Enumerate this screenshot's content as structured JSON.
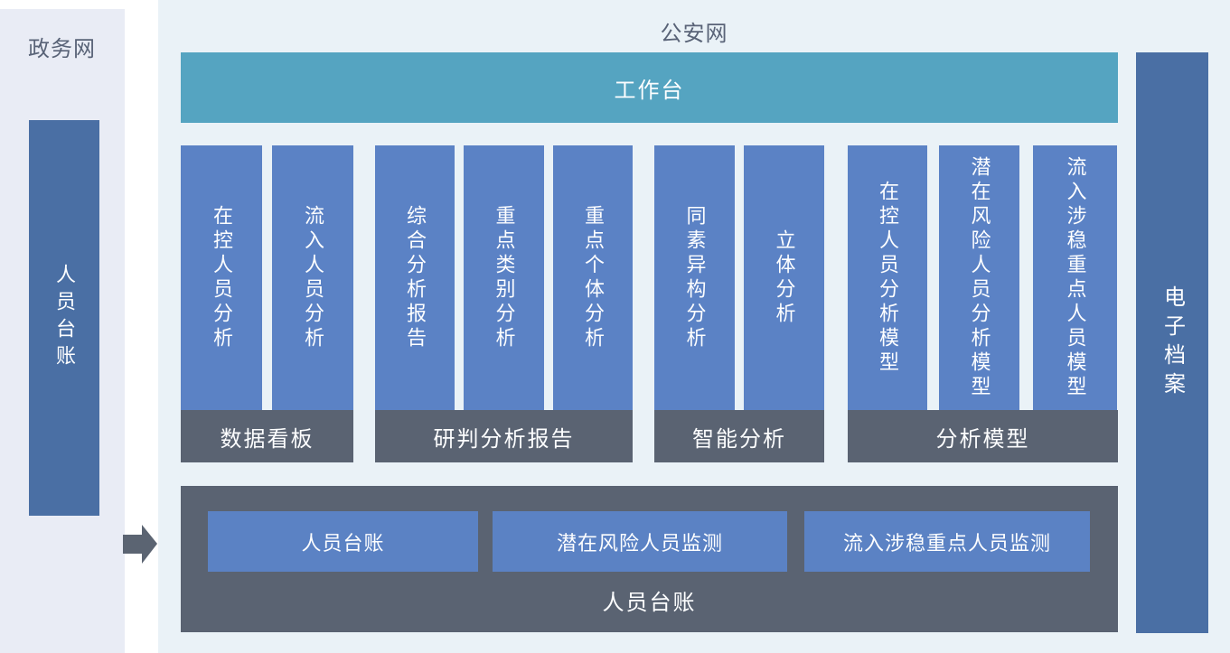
{
  "left_panel": {
    "title": "政务网",
    "bar_label": "人员台账"
  },
  "main_panel": {
    "title": "公安网",
    "workbench_label": "工作台",
    "groups": [
      {
        "label": "数据看板",
        "columns": [
          "在控人员分析",
          "流入人员分析"
        ]
      },
      {
        "label": "研判分析报告",
        "columns": [
          "综合分析报告",
          "重点类别分析",
          "重点个体分析"
        ]
      },
      {
        "label": "智能分析",
        "columns": [
          "同素异构分析",
          "立体分析"
        ]
      },
      {
        "label": "分析模型",
        "columns": [
          "在控人员分析模型",
          "潜在风险人员分析模型",
          "流入涉稳重点人员模型"
        ]
      }
    ],
    "bottom_box": {
      "label": "人员台账",
      "buttons": [
        "人员台账",
        "潜在风险人员监测",
        "流入涉稳重点人员监测"
      ]
    }
  },
  "right_bar": {
    "label": "电子档案"
  },
  "icons": {
    "arrow": "arrow-right-icon"
  },
  "colors": {
    "left_panel_bg": "#e9ecf5",
    "main_panel_bg": "#eaf2f7",
    "workbench_teal": "#55a4c1",
    "module_blue": "#5b82c5",
    "side_bar_blue": "#4a6fa4",
    "group_gray": "#5a6372",
    "title_text": "#596377",
    "light_text": "#fdfeff"
  }
}
